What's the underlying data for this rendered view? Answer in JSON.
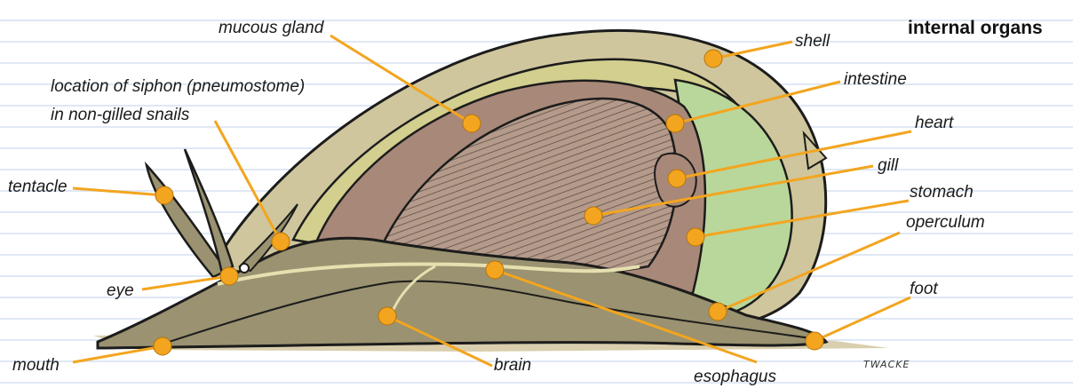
{
  "title": "internal organs",
  "signature": "TWACKE",
  "colors": {
    "leader": "#f3a51f",
    "body": "#9a9270",
    "shell": "#cfc69d",
    "mantle": "#d2cf8f",
    "organ_brown": "#a88878",
    "gill": "#ab8c7c",
    "green": "#b9d79a",
    "outline": "#1c1c1c"
  },
  "labels": {
    "mucous_gland": "mucous gland",
    "siphon_line1": "location of siphon (pneumostome)",
    "siphon_line2": "in non-gilled snails",
    "tentacle": "tentacle",
    "eye": "eye",
    "mouth": "mouth",
    "brain": "brain",
    "esophagus": "esophagus",
    "shell": "shell",
    "intestine": "intestine",
    "heart": "heart",
    "gill": "gill",
    "stomach": "stomach",
    "operculum": "operculum",
    "foot": "foot"
  }
}
